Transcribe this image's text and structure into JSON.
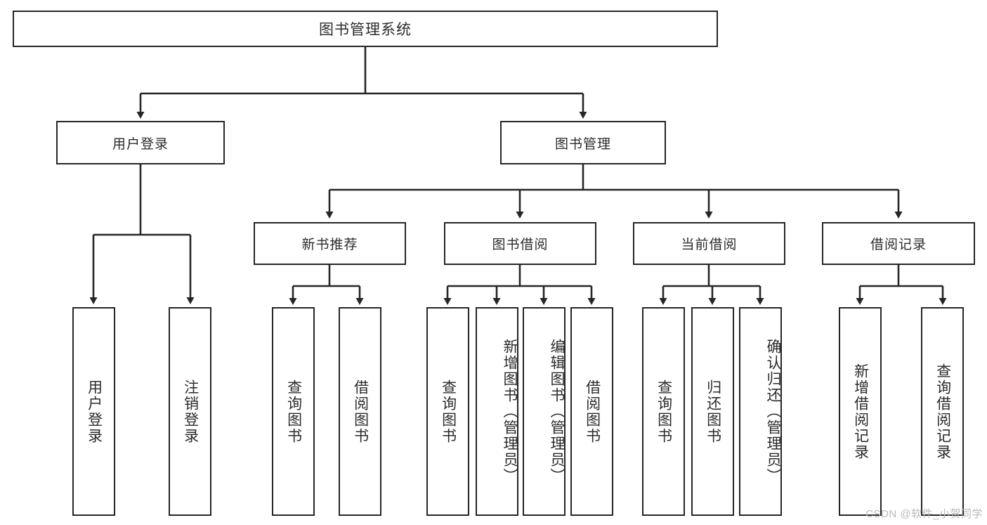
{
  "diagram": {
    "title": "图书管理系统",
    "type": "tree-hierarchy",
    "root": {
      "label": "图书管理系统"
    },
    "level1": [
      {
        "label": "用户登录"
      },
      {
        "label": "图书管理"
      }
    ],
    "level2": [
      {
        "label": "新书推荐"
      },
      {
        "label": "图书借阅"
      },
      {
        "label": "当前借阅"
      },
      {
        "label": "借阅记录"
      }
    ],
    "leaves": {
      "user_login": [
        {
          "label": "用户登录"
        },
        {
          "label": "注销登录"
        }
      ],
      "new_book_recommend": [
        {
          "label": "查询图书"
        },
        {
          "label": "借阅图书"
        }
      ],
      "book_borrow": [
        {
          "label": "查询图书"
        },
        {
          "label": "新增图书（管理员）"
        },
        {
          "label": "编辑图书（管理员）"
        },
        {
          "label": "借阅图书"
        }
      ],
      "current_borrow": [
        {
          "label": "查询图书"
        },
        {
          "label": "归还图书"
        },
        {
          "label": "确认归还（管理员）"
        }
      ],
      "borrow_record": [
        {
          "label": "新增借阅记录"
        },
        {
          "label": "查询借阅记录"
        }
      ]
    }
  },
  "watermark": {
    "text": "CSDN @软件_小贺同学"
  },
  "colors": {
    "stroke": "#262626",
    "background": "#ffffff",
    "text": "#2b2b2b",
    "watermark": "#b9b9b9"
  }
}
